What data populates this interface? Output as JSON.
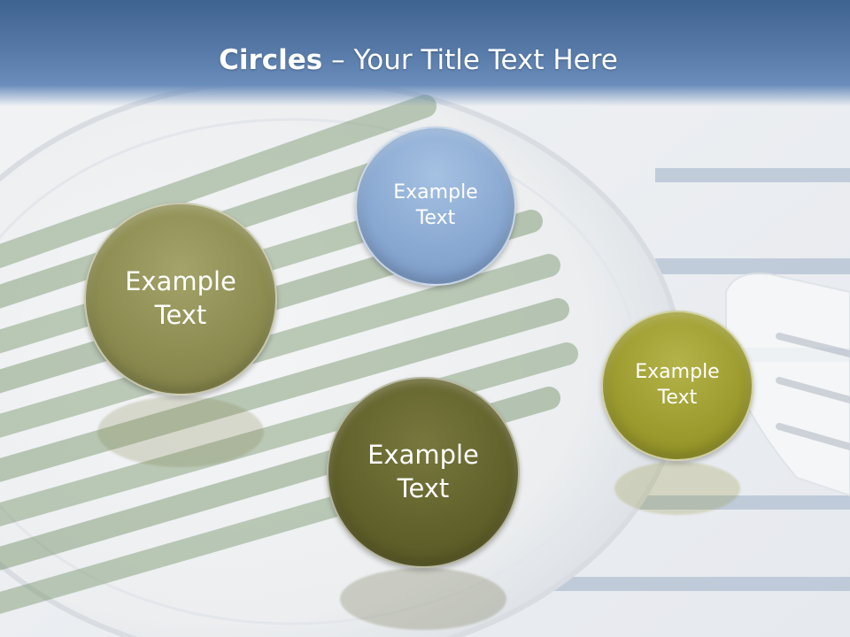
{
  "title": {
    "bold": "Circles",
    "rest": " – Your Title Text Here"
  },
  "circles": [
    {
      "line1": "Example",
      "line2": "Text",
      "color": "#8d8d52"
    },
    {
      "line1": "Example",
      "line2": "Text",
      "color": "#8aa9d2"
    },
    {
      "line1": "Example",
      "line2": "Text",
      "color": "#62622c"
    },
    {
      "line1": "Example",
      "line2": "Text",
      "color": "#9d9c2f"
    }
  ],
  "colors": {
    "title_band": "#4a6d9a",
    "background": "#e9edf1"
  }
}
